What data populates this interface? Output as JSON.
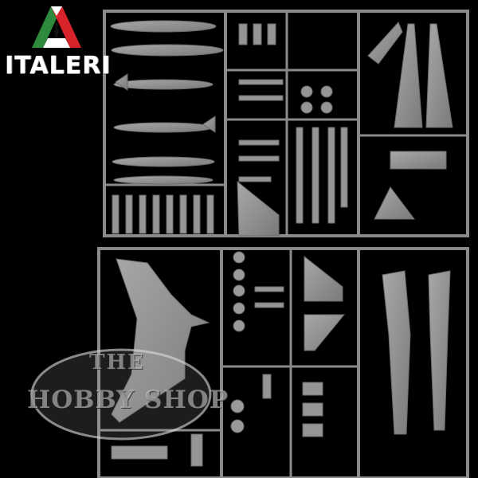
{
  "logo": {
    "brand_text": "ITALERI",
    "colors": {
      "green": "#2e8b3e",
      "red": "#d8232a",
      "white": "#ffffff"
    }
  },
  "watermark": {
    "top_text": "THE",
    "main_text": "HOBBY SHOP"
  },
  "colors": {
    "background": "#000000",
    "sprue": "#8e8e8e",
    "part": "#9a9a9a",
    "part_shadow": "#6f6f6f"
  }
}
